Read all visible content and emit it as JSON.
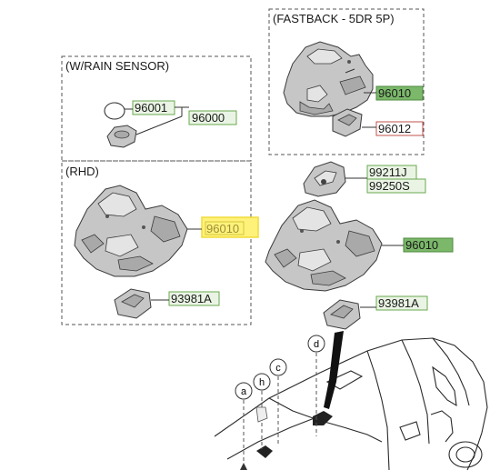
{
  "panels": {
    "fastback": {
      "title": "(FASTBACK - 5DR 5P)"
    },
    "rain_sensor": {
      "title": "(W/RAIN SENSOR)"
    },
    "rhd": {
      "title": "(RHD)"
    }
  },
  "parts": {
    "fastback_lamp": "96010",
    "fastback_bulb": "96012",
    "rain_sensor_cover": "96001",
    "rain_sensor_assy": "96000",
    "rhd_lamp": "96010",
    "rhd_bulb": "93981A",
    "main_mic_a": "99211J",
    "main_mic_b": "99250S",
    "main_lamp": "96010",
    "main_bulb": "93981A"
  },
  "callouts": [
    "a",
    "h",
    "c",
    "d"
  ],
  "colors": {
    "highlight_green": "#7bb86a",
    "highlight_yellow": "#fff27a",
    "highlight_yellow_border": "#f0dc3c",
    "box_red": "#c0504d",
    "box_green": "#6aa84f"
  }
}
